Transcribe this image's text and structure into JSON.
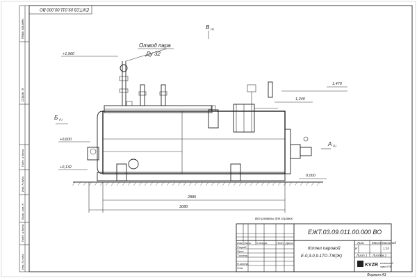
{
  "drawing": {
    "doc_code": "ЕЖТ.03.09.011.00.000 ВО",
    "doc_code_rotated": "ЕЖТ.03.09.011.00.000 ВО",
    "title_line1": "Котел паровой",
    "title_line2": "Е-0,3-0,9-1ТО-ТЖ(Ж)",
    "note": "Все размеры для справок",
    "format": "Формат А3",
    "sheet_label": "Лист 1",
    "sheets_label": "Листов 2",
    "scale_value": "1:15",
    "lit_label": "Лит.",
    "mass_label": "Масса",
    "scale_label": "Масштаб",
    "company_logo": "KVZR",
    "company_name_1": "котельный",
    "company_name_2": "завод РЭГ",
    "letter_i": "И"
  },
  "title_block": {
    "rows": [
      "Изм.",
      "Разраб.",
      "Пров.",
      "Т.контр.",
      "",
      "Н.контр.",
      "Утв."
    ],
    "cols": [
      "Лист",
      "N докум.",
      "Подп.",
      "Дата"
    ]
  },
  "side_strip": {
    "labels": [
      "Перв. примен.",
      "Справ. N",
      "Подп. и дата",
      "Инв. N дубл.",
      "Взам. инв. N",
      "Подп. и дата",
      "Инв. N подл."
    ]
  },
  "annotations": {
    "steam_outlet_1": "Отвод пара",
    "steam_outlet_2": "Ду 32",
    "view_v": "В",
    "view_v_sub": "(1)",
    "view_b": "Б",
    "view_b_sub": "(1)",
    "view_a": "А",
    "view_a_sub": "(1)"
  },
  "dimensions": {
    "lev_1960": "+1,960",
    "lev_1470": "1,470",
    "lev_1240": "1,240",
    "lev_600": "+0,600",
    "lev_132": "+0,132",
    "lev_000": "0,000",
    "len_2885": "2885",
    "len_3080": "3080"
  }
}
